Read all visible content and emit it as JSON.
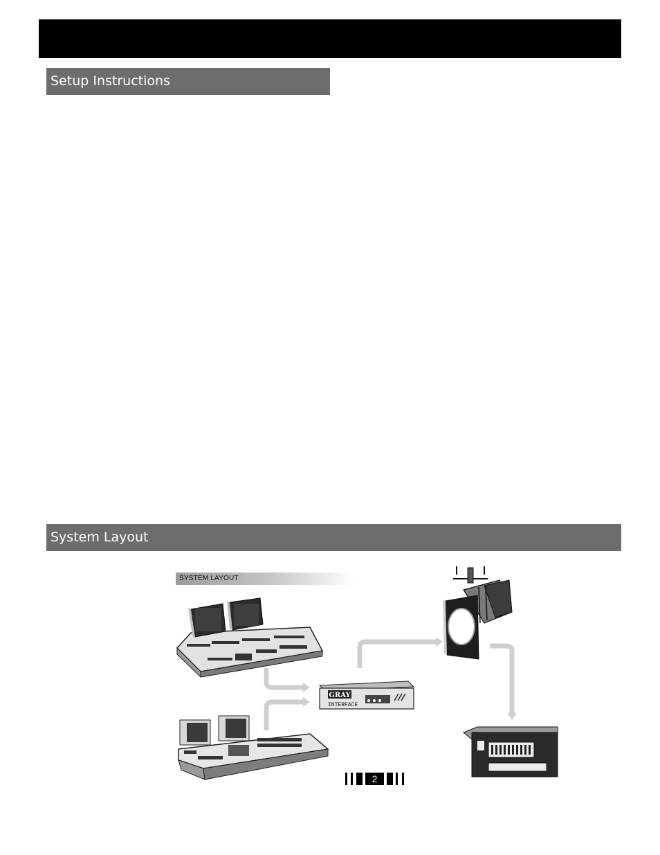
{
  "header_bar": {},
  "sections": {
    "setup": {
      "title": "Setup Instructions"
    },
    "layout": {
      "title": "System Layout"
    }
  },
  "figure": {
    "label": "SYSTEM LAYOUT",
    "interface_brand": "GRAY",
    "interface_name": "INTERFACE",
    "icons": [
      "lighting-console",
      "lighting-console-small",
      "gray-interface-box",
      "moving-light-fixture",
      "dimmer-rack",
      "signal-arrows"
    ]
  },
  "footer": {
    "page_number": "2"
  }
}
